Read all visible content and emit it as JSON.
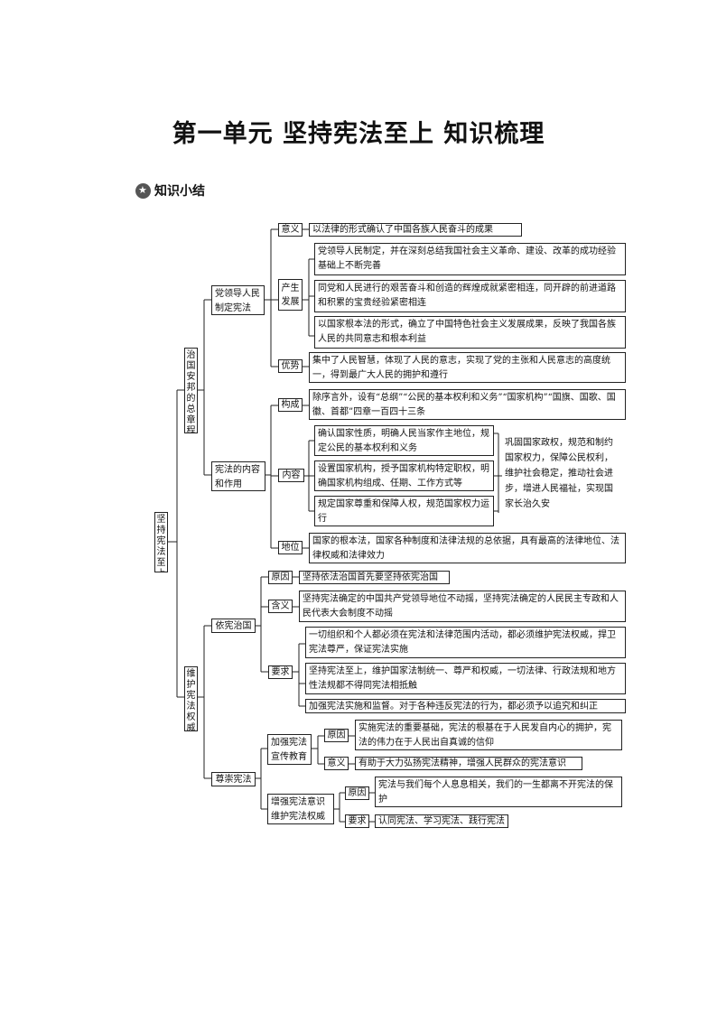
{
  "title": "第一单元 坚持宪法至上 知识梳理",
  "section": {
    "icon": "star-circle-icon",
    "label": "知识小结"
  },
  "root": "坚持宪法至上",
  "b1": {
    "label": "治国安邦的总章程",
    "c1": {
      "label": "党领导人民制定宪法",
      "yiyi": {
        "label": "意义",
        "text": "以法律的形式确认了中国各族人民奋斗的成果"
      },
      "chansheng": {
        "label": "产生发展",
        "items": [
          "党领导人民制定，并在深刻总结我国社会主义革命、建设、改革的成功经验基础上不断完善",
          "同党和人民进行的艰苦奋斗和创造的辉煌成就紧密相连，同开辟的前进道路和积累的宝贵经验紧密相连",
          "以国家根本法的形式，确立了中国特色社会主义发展成果，反映了我国各族人民的共同意志和根本利益"
        ]
      },
      "youshi": {
        "label": "优势",
        "text": "集中了人民智慧，体现了人民的意志，实现了党的主张和人民意志的高度统一，得到最广大人民的拥护和遵行"
      }
    },
    "c2": {
      "label": "宪法的内容和作用",
      "goucheng": {
        "label": "构成",
        "text": "除序言外，设有“总纲”“公民的基本权利和义务”“国家机构”“国旗、国歌、国徽、首都”四章一百四十三条"
      },
      "neirong": {
        "label": "内容",
        "items": [
          "确认国家性质，明确人民当家作主地位，规定公民的基本权利和义务",
          "设置国家机构，授予国家机构特定职权，明确国家机构组成、任期、工作方式等",
          "规定国家尊重和保障人权，规范国家权力运行"
        ],
        "effect": "巩固国家政权，规范和制约国家权力，保障公民权利，维护社会稳定，推动社会进步，增进人民福祉，实现国家长治久安"
      },
      "diwei": {
        "label": "地位",
        "text": "国家的根本法，国家各种制度和法律法规的总依据，具有最高的法律地位、法律权威和法律效力"
      }
    }
  },
  "b2": {
    "label": "维护宪法权威",
    "c3": {
      "label": "依宪治国",
      "yuanyin": {
        "label": "原因",
        "text": "坚持依法治国首先要坚持依宪治国"
      },
      "hanyi": {
        "label": "含义",
        "text": "坚持宪法确定的中国共产党领导地位不动摇，坚持宪法确定的人民民主专政和人民代表大会制度不动摇"
      },
      "yaoqiu": {
        "label": "要求",
        "items": [
          "一切组织和个人都必须在宪法和法律范围内活动，都必须维护宪法权威，捍卫宪法尊严，保证宪法实施",
          "坚持宪法至上，维护国家法制统一、尊严和权威，一切法律、行政法规和地方性法规都不得同宪法相抵触",
          "加强宪法实施和监督。对于各种违反宪法的行为，都必须予以追究和纠正"
        ]
      }
    },
    "c4": {
      "label": "尊崇宪法",
      "d1": {
        "label": "加强宪法宣传教育",
        "yuanyin": {
          "label": "原因",
          "text": "实施宪法的重要基础，宪法的根基在于人民发自内心的拥护，宪法的伟力在于人民出自真诚的信仰"
        },
        "yiyi": {
          "label": "意义",
          "text": "有助于大力弘扬宪法精神，增强人民群众的宪法意识"
        }
      },
      "d2": {
        "label": "增强宪法意识维护宪法权威",
        "yuanyin": {
          "label": "原因",
          "text": "宪法与我们每个人息息相关，我们的一生都离不开宪法的保护"
        },
        "yaoqiu": {
          "label": "要求",
          "text": "认同宪法、学习宪法、践行宪法"
        }
      }
    }
  }
}
